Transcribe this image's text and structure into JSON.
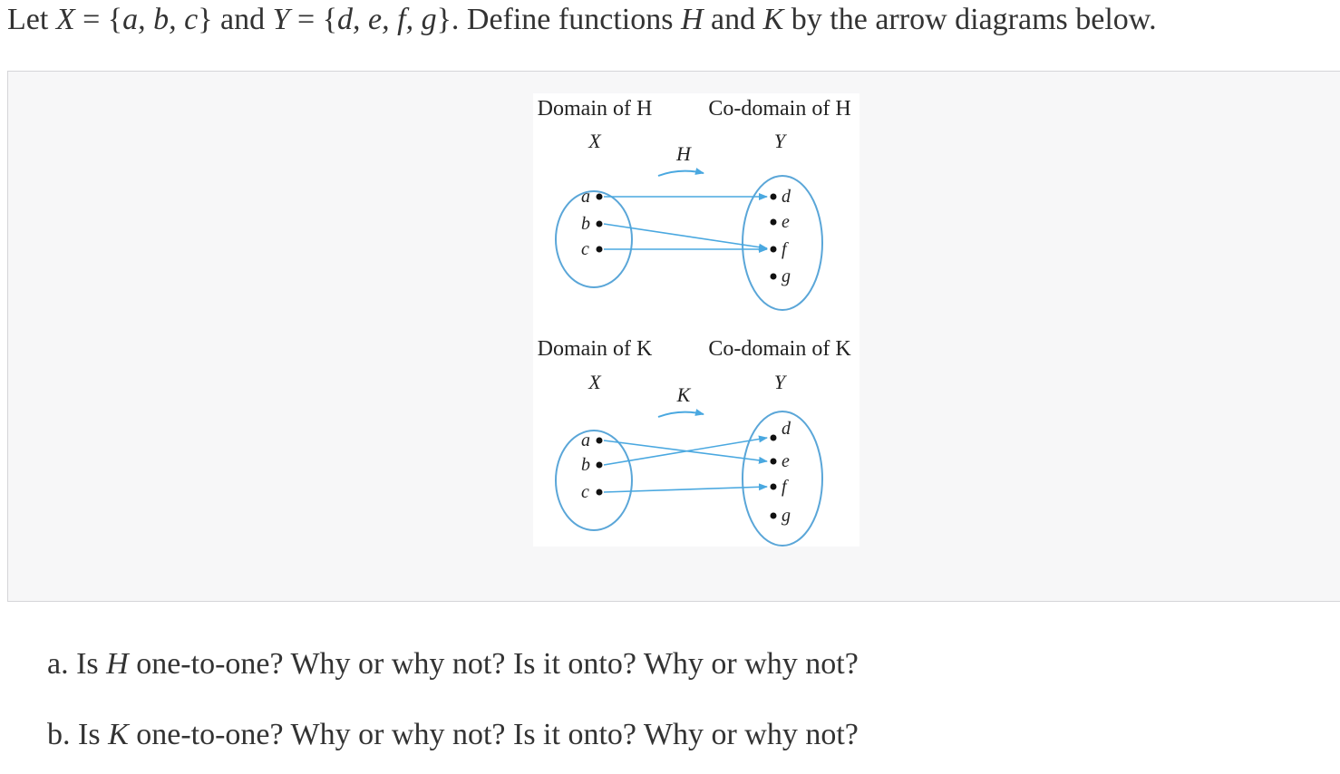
{
  "intro": {
    "p1": "Let ",
    "X": "X",
    "p2": " = {",
    "xset": "a, b, c",
    "p3": "} and ",
    "Y": "Y",
    "p4": " = {",
    "yset": "d, e, f, g",
    "p5": "}. Define functions ",
    "H": "H",
    "p6": " and ",
    "K": "K",
    "p7": " by the arrow diagrams below."
  },
  "diagrams": [
    {
      "domain_title": "Domain of H",
      "codomain_title": "Co-domain of H",
      "domain_set": "X",
      "codomain_set": "Y",
      "function_label": "H",
      "domain_elements": [
        "a",
        "b",
        "c"
      ],
      "codomain_elements": [
        "d",
        "e",
        "f",
        "g"
      ],
      "mapping": {
        "a": "d",
        "b": "f",
        "c": "f"
      }
    },
    {
      "domain_title": "Domain of K",
      "codomain_title": "Co-domain of K",
      "domain_set": "X",
      "codomain_set": "Y",
      "function_label": "K",
      "domain_elements": [
        "a",
        "b",
        "c"
      ],
      "codomain_elements": [
        "d",
        "e",
        "f",
        "g"
      ],
      "mapping": {
        "a": "e",
        "b": "d",
        "c": "f"
      }
    }
  ],
  "questions": {
    "a_prefix": "a. Is ",
    "a_func": "H",
    "a_rest": " one-to-one? Why or why not? Is it onto? Why or why not?",
    "b_prefix": "b. Is ",
    "b_func": "K",
    "b_rest": " one-to-one? Why or why not? Is it onto? Why or why not?"
  },
  "colors": {
    "arrow": "#4aa8e0",
    "oval": "#5aa6d8"
  }
}
